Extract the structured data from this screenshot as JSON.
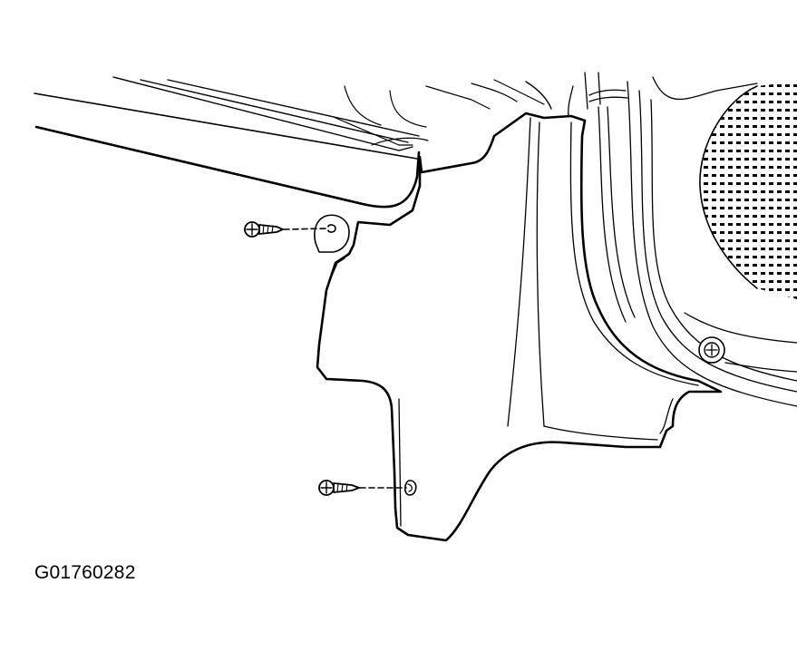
{
  "figure": {
    "id_label": "G01760282"
  },
  "colors": {
    "line": "#000000",
    "background": "#ffffff"
  },
  "parts": [
    {
      "name": "trim-panel"
    },
    {
      "name": "upper-screw",
      "icon": "screw-icon"
    },
    {
      "name": "lower-screw",
      "icon": "screw-icon"
    },
    {
      "name": "speaker-grille"
    },
    {
      "name": "push-retainer",
      "icon": "clip-icon"
    }
  ]
}
